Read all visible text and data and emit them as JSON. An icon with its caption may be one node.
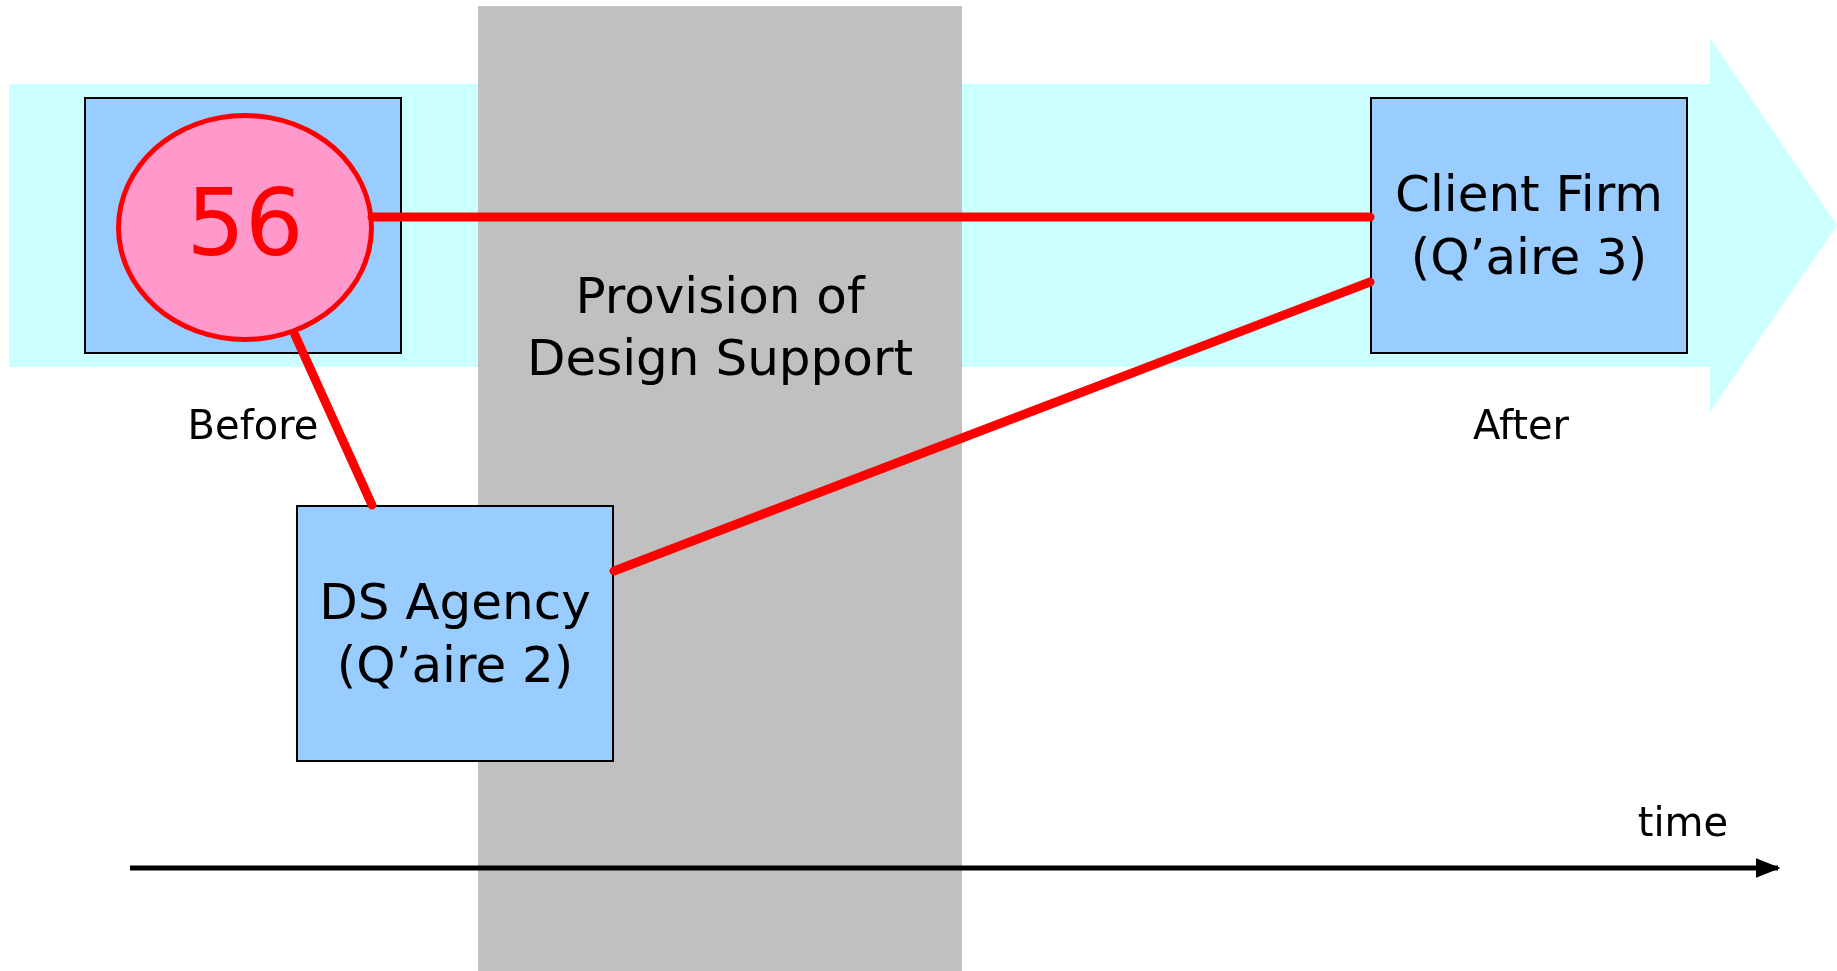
{
  "diagram": {
    "nodes": [
      {
        "text": [
          "Provision of Design Support"
        ]
      },
      {
        "text": [],
        "shape": "box"
      },
      {
        "text": [
          "56"
        ],
        "in": 1
      },
      {
        "text": [
          "DS Agency (Q’aire 2)"
        ]
      },
      {
        "text": [
          "Client Firm (Q’aire 3)"
        ]
      }
    ],
    "edges": [
      {
        "from": 2,
        "to": 4,
        "arrow": "none"
      },
      {
        "from": 2,
        "to": 3,
        "arrow": "none"
      },
      {
        "from": 3,
        "to": 4,
        "arrow": "none"
      }
    ],
    "labels": [
      "Before",
      "After",
      "time"
    ]
  }
}
